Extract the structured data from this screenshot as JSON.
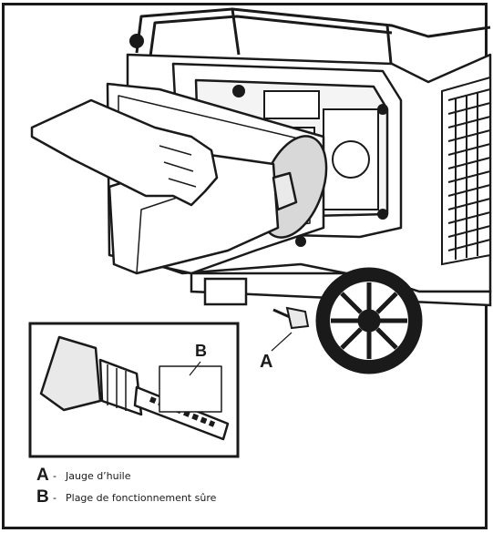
{
  "callouts": {
    "a_letter": "A",
    "b_letter": "B"
  },
  "legend": {
    "dash": "-",
    "items": [
      {
        "letter": "A",
        "text": "Jauge d’huile"
      },
      {
        "letter": "B",
        "text": "Plage de fonctionnement sûre"
      }
    ]
  },
  "colors": {
    "ink": "#1a1a1a",
    "paper": "#ffffff",
    "dipstick_cap": "#e9e9e9",
    "funnel": "#d8d8d8"
  }
}
